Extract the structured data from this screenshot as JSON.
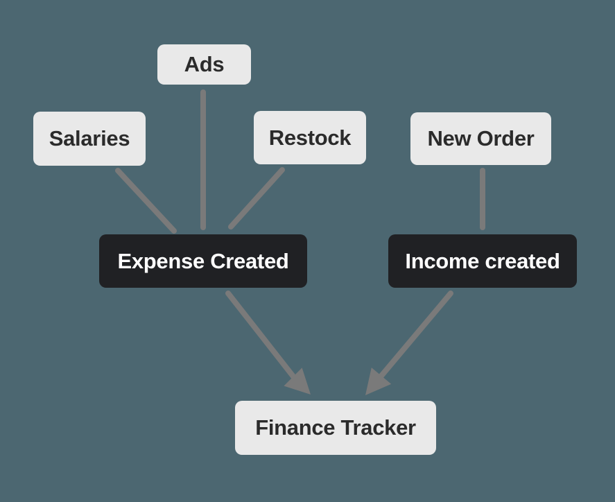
{
  "diagram": {
    "background_color": "#4c6771",
    "edge_color": "#7a7a7a",
    "node_colors": {
      "light_bg": "#e9e9e9",
      "light_text": "#2b2b2b",
      "dark_bg": "#202124",
      "dark_text": "#ffffff"
    },
    "nodes": [
      {
        "id": "salaries",
        "label": "Salaries",
        "variant": "light"
      },
      {
        "id": "ads",
        "label": "Ads",
        "variant": "light"
      },
      {
        "id": "restock",
        "label": "Restock",
        "variant": "light"
      },
      {
        "id": "new-order",
        "label": "New Order",
        "variant": "light"
      },
      {
        "id": "expense-created",
        "label": "Expense Created",
        "variant": "dark"
      },
      {
        "id": "income-created",
        "label": "Income created",
        "variant": "dark"
      },
      {
        "id": "finance-tracker",
        "label": "Finance Tracker",
        "variant": "light"
      }
    ],
    "edges": [
      {
        "from": "salaries",
        "to": "expense-created",
        "arrowhead": false
      },
      {
        "from": "ads",
        "to": "expense-created",
        "arrowhead": false
      },
      {
        "from": "restock",
        "to": "expense-created",
        "arrowhead": false
      },
      {
        "from": "new-order",
        "to": "income-created",
        "arrowhead": false
      },
      {
        "from": "expense-created",
        "to": "finance-tracker",
        "arrowhead": true
      },
      {
        "from": "income-created",
        "to": "finance-tracker",
        "arrowhead": true
      }
    ]
  }
}
